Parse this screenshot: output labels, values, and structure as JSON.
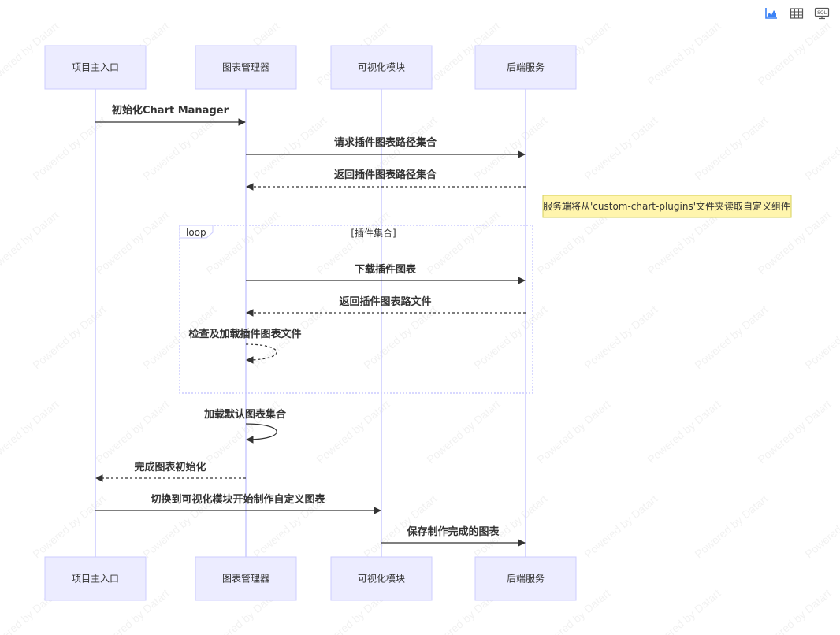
{
  "toolbar": {
    "icons": [
      "chart-icon",
      "table-icon",
      "sql-icon"
    ],
    "sql_text": "SQL",
    "accent": "#3b82f6"
  },
  "watermark": "Powered by Datart",
  "colors": {
    "actor_fill": "#ECECFF",
    "actor_stroke": "#CCCCFF",
    "lifeline": "#CCCCFF",
    "arrow": "#333333",
    "note_fill": "#FFF5AD",
    "note_stroke": "#D6D05A",
    "loop_stroke": "#CCCCFF"
  },
  "actors": [
    "项目主入口",
    "图表管理器",
    "可视化模块",
    "后端服务"
  ],
  "messages": [
    {
      "from": 0,
      "to": 1,
      "label": "初始化Chart Manager",
      "dashed": false
    },
    {
      "from": 1,
      "to": 3,
      "label": "请求插件图表路径集合",
      "dashed": false
    },
    {
      "from": 3,
      "to": 1,
      "label": "返回插件图表路径集合",
      "dashed": true
    },
    {
      "from": 1,
      "to": 3,
      "label": "下载插件图表",
      "dashed": false
    },
    {
      "from": 3,
      "to": 1,
      "label": "返回插件图表路文件",
      "dashed": true
    },
    {
      "from": 1,
      "to": 1,
      "label": "检查及加载插件图表文件",
      "dashed": true
    },
    {
      "from": 1,
      "to": 1,
      "label": "加载默认图表集合",
      "dashed": false
    },
    {
      "from": 1,
      "to": 0,
      "label": "完成图表初始化",
      "dashed": true
    },
    {
      "from": 0,
      "to": 2,
      "label": "切换到可视化模块开始制作自定义图表",
      "dashed": false
    },
    {
      "from": 2,
      "to": 3,
      "label": "保存制作完成的图表",
      "dashed": false
    }
  ],
  "note": {
    "text": "服务端将从'custom-chart-plugins'文件夹读取自定义组件"
  },
  "loop": {
    "keyword": "loop",
    "label": "[插件集合]"
  }
}
